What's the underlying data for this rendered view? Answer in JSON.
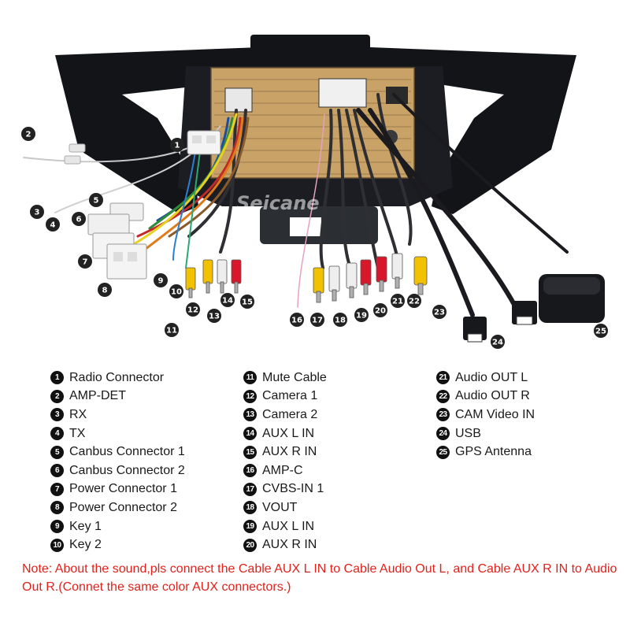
{
  "watermark": "Seicane",
  "parts": [
    {
      "num": "1",
      "label": "Radio Connector"
    },
    {
      "num": "2",
      "label": "AMP-DET"
    },
    {
      "num": "3",
      "label": "RX"
    },
    {
      "num": "4",
      "label": "TX"
    },
    {
      "num": "5",
      "label": "Canbus Connector 1"
    },
    {
      "num": "6",
      "label": "Canbus Connector 2"
    },
    {
      "num": "7",
      "label": "Power Connector 1"
    },
    {
      "num": "8",
      "label": "Power Connector 2"
    },
    {
      "num": "9",
      "label": "Key 1"
    },
    {
      "num": "10",
      "label": "Key 2"
    },
    {
      "num": "11",
      "label": "Mute Cable"
    },
    {
      "num": "12",
      "label": "Camera 1"
    },
    {
      "num": "13",
      "label": "Camera 2"
    },
    {
      "num": "14",
      "label": "AUX L IN"
    },
    {
      "num": "15",
      "label": "AUX R IN"
    },
    {
      "num": "16",
      "label": "AMP-C"
    },
    {
      "num": "17",
      "label": "CVBS-IN 1"
    },
    {
      "num": "18",
      "label": "VOUT"
    },
    {
      "num": "19",
      "label": "AUX L IN"
    },
    {
      "num": "20",
      "label": "AUX R IN"
    },
    {
      "num": "21",
      "label": "Audio OUT L"
    },
    {
      "num": "22",
      "label": "Audio OUT R"
    },
    {
      "num": "23",
      "label": "CAM Video IN"
    },
    {
      "num": "24",
      "label": "USB"
    },
    {
      "num": "25",
      "label": "GPS Antenna"
    }
  ],
  "note": "Note: About the sound,pls connect the Cable AUX L IN to Cable Audio Out L, and Cable AUX R IN to  Audio Out R.(Connet the same color AUX connectors.)",
  "colors": {
    "frame": "#121418",
    "board": "#c9a267",
    "rca_yellow": "#f2c200",
    "rca_white": "#eeeeee",
    "rca_red": "#d8182a",
    "note_red": "#e0221c"
  }
}
